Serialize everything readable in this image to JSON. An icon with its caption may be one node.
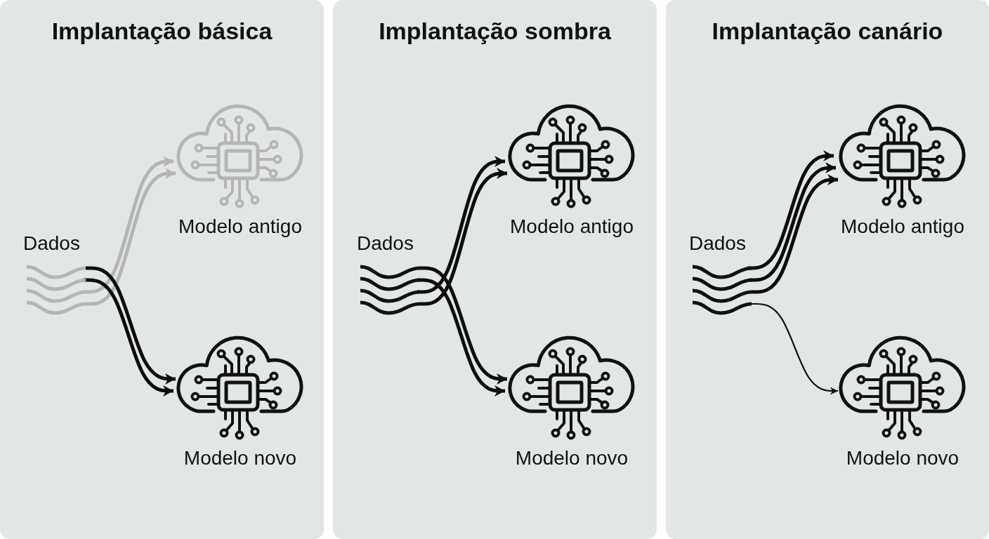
{
  "diagram": {
    "nodes": [
      {
        "text": [
          "Implantação básica"
        ]
      },
      {
        "text": [
          "Dados"
        ],
        "in": 0
      },
      {
        "text": [
          "Modelo antigo"
        ],
        "in": 0
      },
      {
        "text": [
          "Modelo novo"
        ],
        "in": 0
      },
      {
        "text": [
          "Implantação sombra"
        ]
      },
      {
        "text": [
          "Dados"
        ],
        "in": 4
      },
      {
        "text": [
          "Modelo antigo"
        ],
        "in": 4
      },
      {
        "text": [
          "Modelo novo"
        ],
        "in": 4
      },
      {
        "text": [
          "Implantação canário"
        ]
      },
      {
        "text": [
          "Dados"
        ],
        "in": 8
      },
      {
        "text": [
          "Modelo antigo"
        ],
        "in": 8
      },
      {
        "text": [
          "Modelo novo"
        ],
        "in": 8
      }
    ],
    "edges": [
      {
        "from": 1,
        "to": 2,
        "arrow": "to",
        "color": "#b5b5b5"
      },
      {
        "from": 1,
        "to": 3,
        "arrow": "to"
      },
      {
        "from": 5,
        "to": 6,
        "arrow": "to"
      },
      {
        "from": 5,
        "to": 7,
        "arrow": "to"
      },
      {
        "from": 9,
        "to": 10,
        "arrow": "to"
      },
      {
        "from": 9,
        "to": 11,
        "arrow": "to"
      }
    ]
  }
}
